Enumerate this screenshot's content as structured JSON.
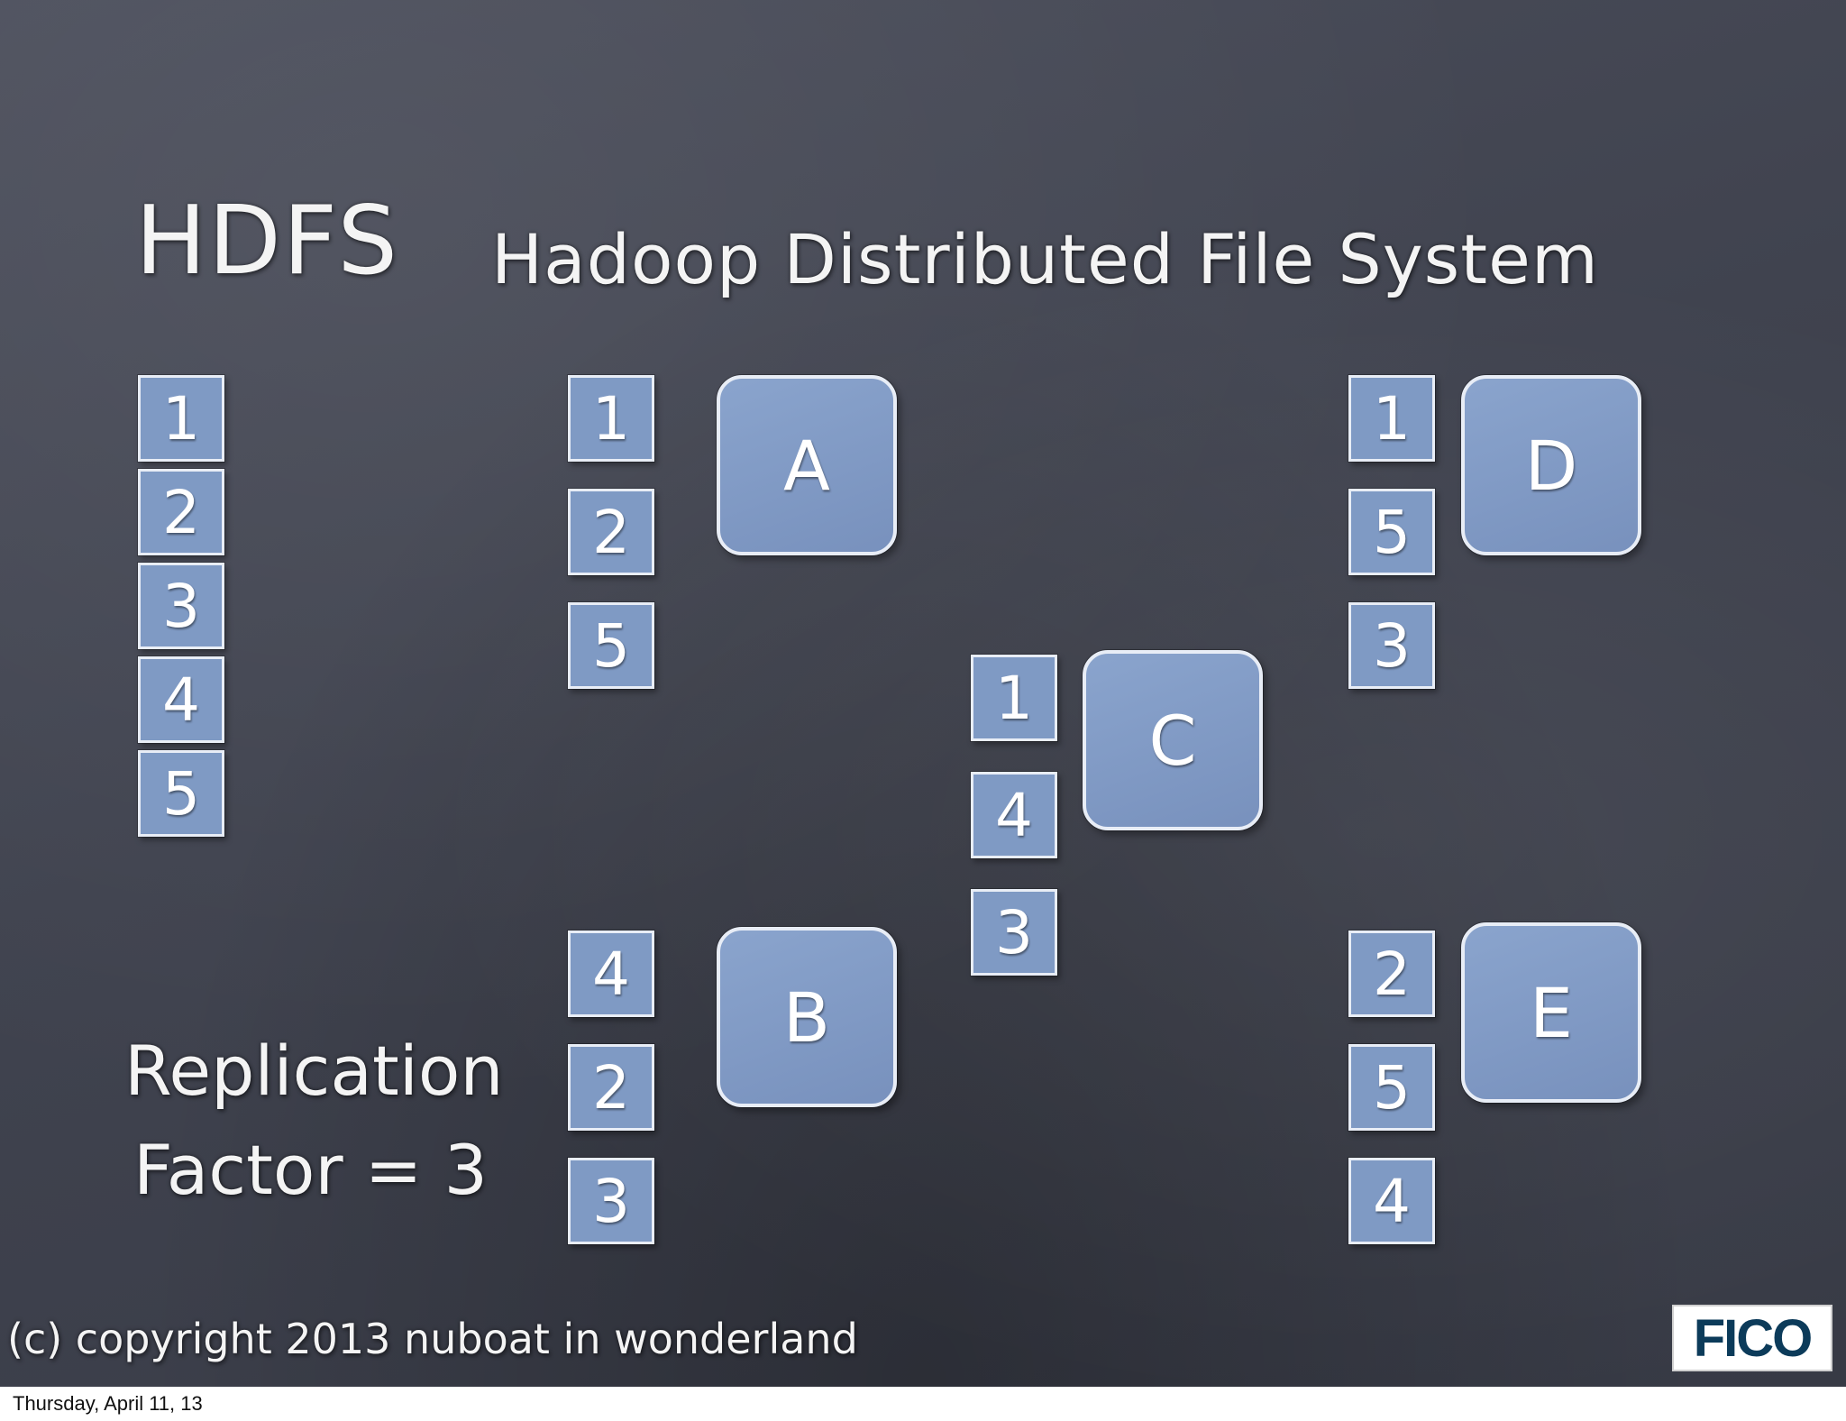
{
  "slide": {
    "title_abbr": "HDFS",
    "title_full": "Hadoop Distributed File System",
    "file_blocks": [
      "1",
      "2",
      "3",
      "4",
      "5"
    ],
    "nodes": {
      "A": {
        "label": "A",
        "blocks": [
          "1",
          "2",
          "5"
        ]
      },
      "B": {
        "label": "B",
        "blocks": [
          "4",
          "2",
          "3"
        ]
      },
      "C": {
        "label": "C",
        "blocks": [
          "1",
          "4",
          "3"
        ]
      },
      "D": {
        "label": "D",
        "blocks": [
          "1",
          "5",
          "3"
        ]
      },
      "E": {
        "label": "E",
        "blocks": [
          "2",
          "5",
          "4"
        ]
      }
    },
    "replication_line1": "Replication",
    "replication_line2": "Factor = 3",
    "copyright": "(c) copyright 2013 nuboat in wonderland",
    "logo_text": "FICO"
  },
  "colors": {
    "background": "#40434f",
    "block_fill": "#7f9ac4",
    "border": "#e8edf6",
    "text": "#f4f4f4"
  },
  "footer": {
    "date": "Thursday, April 11, 13"
  }
}
